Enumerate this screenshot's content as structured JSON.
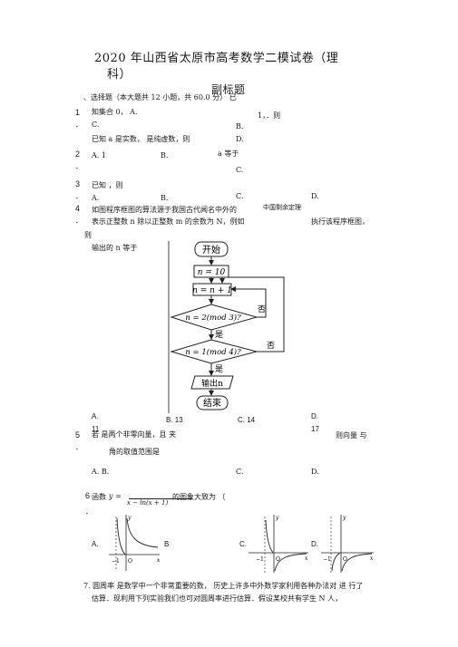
{
  "header": {
    "title_line1": "2020 年山西省太原市高考数学二模试卷（理",
    "title_line2": "科）",
    "subtitle": "副标题"
  },
  "section": {
    "heading": "、选择题（本大题共 12 小题，共 60.0 分） 已"
  },
  "q1": {
    "num": "1",
    "dot": "．",
    "stem": "知集合 0， A.",
    "mid": "1，．则",
    "opt_c": "C.",
    "opt_b": "B.",
    "line2": "已知 a 是实数， 是纯虚数，则",
    "opt_d": "D."
  },
  "q2": {
    "num": "2",
    "dot": "．",
    "opt_a": "A.  1",
    "opt_b": "B.",
    "a_equals": "a 等于",
    "opt_c": "C."
  },
  "q3": {
    "num": "3",
    "dot": "．",
    "stem": "已知 ，则",
    "opt_a": "A.",
    "opt_b": "B.",
    "opt_c": "C.",
    "opt_d": "D."
  },
  "q4": {
    "num": "4",
    "dot": "．",
    "stem_a": "如图程序框图的算法源于我国古代闻名中外的",
    "stem_b": "中国剩余定理",
    "line2": "表示正整数 n 除以正整数 m 的余数为 N，例如",
    "line2_end": "执行该程序框图，",
    "line3": "则",
    "line4": "输出的 n 等于",
    "flow": {
      "start": "开始",
      "init": "n = 10",
      "step": "n = n + 1",
      "cond1": "n = 2(mod 3)?",
      "cond2": "n = 1(mod 4)?",
      "yes": "是",
      "no": "否",
      "output": "输出n",
      "end": "结束"
    },
    "opt_a": "A.",
    "opt_a_val": "11",
    "opt_b": "B. 13",
    "opt_c": "C. 14",
    "opt_d": "D.",
    "opt_d_val": "17"
  },
  "q5": {
    "num": "5",
    "dot": "．",
    "stem": "若  是两个非零向量，且  夹",
    "stem_end": "则向量 与",
    "line2": "角的取值范围是",
    "opt_a": "A.  B.",
    "opt_c": "C.",
    "opt_d": "D."
  },
  "q6": {
    "num": "6",
    "dot": "．",
    "stem_a": "函数",
    "formula_lhs": "y =",
    "formula_den": "x − ln(x + 1)",
    "stem_b": "的图象大致为 （",
    "opt_a": "A.",
    "opt_b": "B",
    "opt_c": "C.",
    "opt_d": "D."
  },
  "q7": {
    "line1": "7.  圆周率  是数学中一个非常重要的数，  历史上许多中外数学家利用各种办法对  进  行了",
    "line2": "估算．现利用下列实验我们也可对圆周率进行估算．假设某校共有学生  N  人，"
  }
}
